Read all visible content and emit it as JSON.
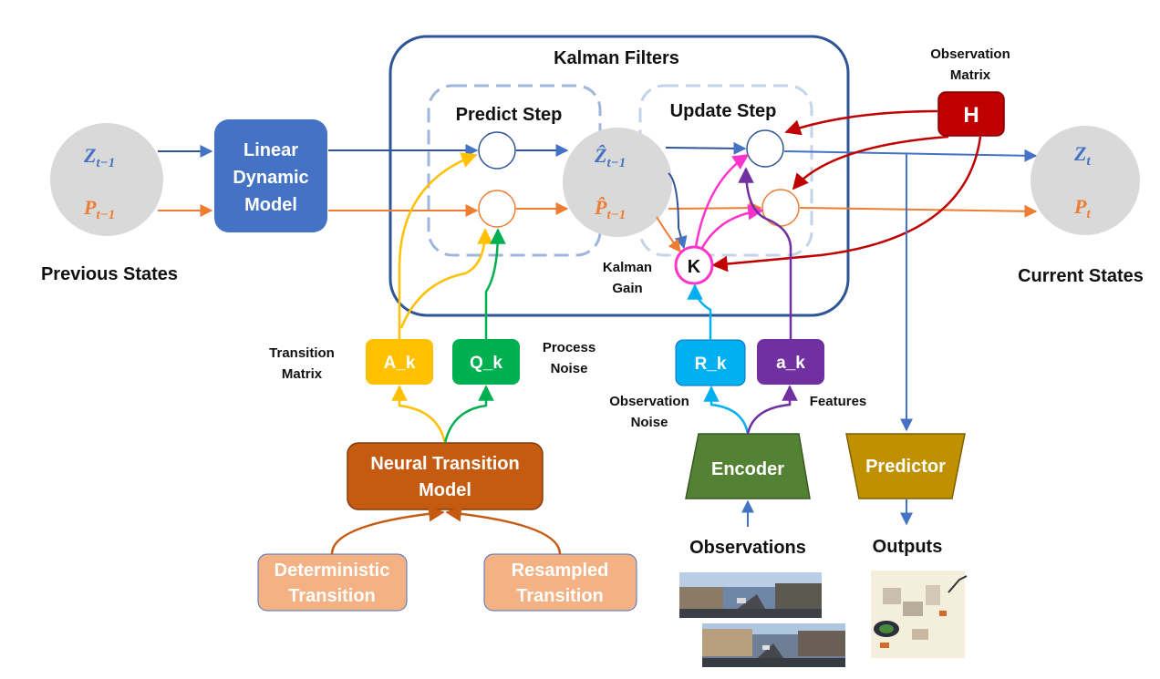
{
  "colors": {
    "blue_state": "#4472c4",
    "orange_state": "#ed7d31",
    "frame": "#2f5597",
    "dashed": "#9fb6dc",
    "gray_circle": "#d9d9d9",
    "linear_model": "#4472c4",
    "neural_model": "#c55a11",
    "soft_orange": "#f4b183",
    "yellow": "#ffc000",
    "green": "#00b050",
    "cyan": "#00b0f0",
    "purple": "#7030a0",
    "red": "#c00000",
    "magenta": "#ff33cc",
    "encoder": "#548235",
    "predictor": "#bf9000"
  },
  "titles": {
    "kalman_filters": "Kalman Filters",
    "predict_step": "Predict Step",
    "update_step": "Update Step",
    "observation_matrix_line1": "Observation",
    "observation_matrix_line2": "Matrix",
    "previous_states": "Previous States",
    "current_states": "Current States",
    "kalman_gain_line1": "Kalman",
    "kalman_gain_line2": "Gain",
    "transition_matrix_line1": "Transition",
    "transition_matrix_line2": "Matrix",
    "process_noise_line1": "Process",
    "process_noise_line2": "Noise",
    "observation_noise_line1": "Observation",
    "observation_noise_line2": "Noise",
    "features": "Features",
    "observations": "Observations",
    "outputs": "Outputs"
  },
  "states": {
    "prev_z": "Z",
    "prev_z_sub": "t−1",
    "prev_p": "P",
    "prev_p_sub": "t−1",
    "pred_z": "Ẑ",
    "pred_z_sub": "t−1",
    "pred_p": "P̂",
    "pred_p_sub": "t−1",
    "cur_z": "Z",
    "cur_z_sub": "t",
    "cur_p": "P",
    "cur_p_sub": "t"
  },
  "boxes": {
    "linear_line1": "Linear",
    "linear_line2": "Dynamic",
    "linear_line3": "Model",
    "h": "H",
    "k": "K",
    "a_k_transition": "A_k",
    "q_k": "Q_k",
    "r_k": "R_k",
    "a_k_features": "a_k",
    "neural_line1": "Neural Transition",
    "neural_line2": "Model",
    "deterministic_line1": "Deterministic",
    "deterministic_line2": "Transition",
    "resampled_line1": "Resampled",
    "resampled_line2": "Transition",
    "encoder": "Encoder",
    "predictor": "Predictor"
  }
}
